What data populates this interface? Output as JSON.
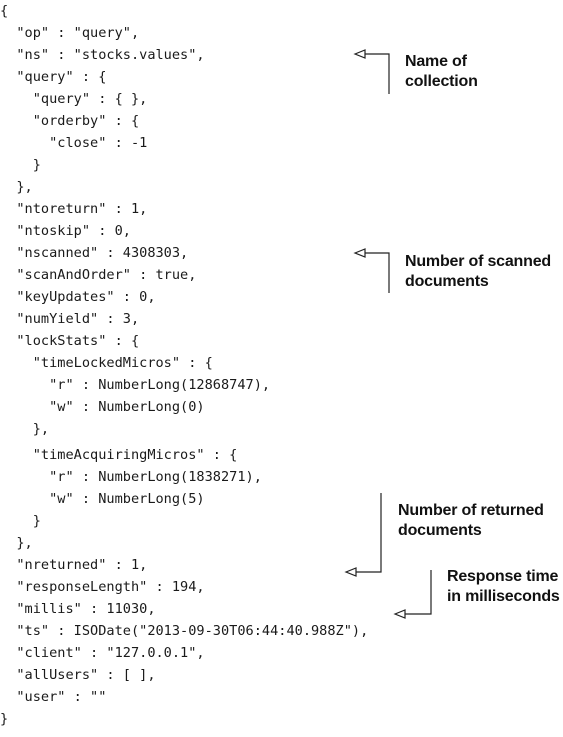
{
  "code_lines": [
    "{",
    "  \"op\" : \"query\",",
    "  \"ns\" : \"stocks.values\",",
    "  \"query\" : {",
    "    \"query\" : { },",
    "    \"orderby\" : {",
    "      \"close\" : -1",
    "    }",
    "  },",
    "  \"ntoreturn\" : 1,",
    "  \"ntoskip\" : 0,",
    "  \"nscanned\" : 4308303,",
    "  \"scanAndOrder\" : true,",
    "  \"keyUpdates\" : 0,",
    "  \"numYield\" : 3,",
    "  \"lockStats\" : {",
    "    \"timeLockedMicros\" : {",
    "      \"r\" : NumberLong(12868747),",
    "      \"w\" : NumberLong(0)",
    "    },",
    "    \"timeAcquiringMicros\" : {",
    "      \"r\" : NumberLong(1838271),",
    "      \"w\" : NumberLong(5)",
    "    }",
    "  },",
    "  \"nreturned\" : 1,",
    "  \"responseLength\" : 194,",
    "  \"millis\" : 11030,",
    "  \"ts\" : ISODate(\"2013-09-30T06:44:40.988Z\"),",
    "  \"client\" : \"127.0.0.1\",",
    "  \"allUsers\" : [ ],",
    "  \"user\" : \"\"",
    "}"
  ],
  "callouts": {
    "collection": {
      "line1": "Name of",
      "line2": "collection"
    },
    "scanned": {
      "line1": "Number of scanned",
      "line2": "documents"
    },
    "returned": {
      "line1": "Number of returned",
      "line2": "documents"
    },
    "response_time": {
      "line1": "Response time",
      "line2": "in milliseconds"
    }
  }
}
